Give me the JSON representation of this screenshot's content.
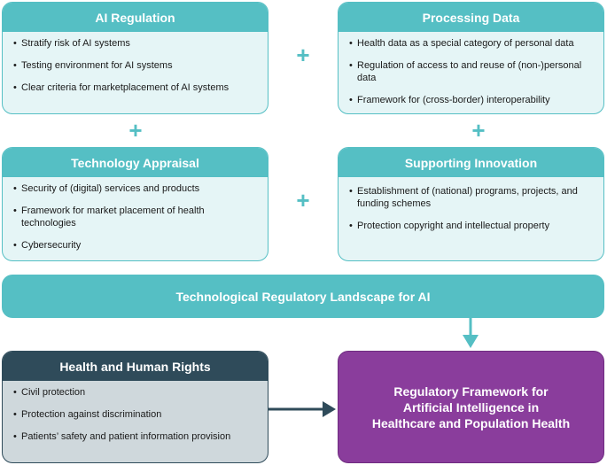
{
  "ai_regulation": {
    "title": "AI Regulation",
    "items": [
      "Stratify risk of AI systems",
      "Testing environment for AI systems",
      "Clear criteria for marketplacement of AI systems"
    ]
  },
  "processing_data": {
    "title": "Processing Data",
    "items": [
      "Health data as a special category of personal data",
      "Regulation of access to and reuse of (non-)personal data",
      "Framework for (cross-border) interoperability"
    ]
  },
  "technology_appraisal": {
    "title": "Technology Appraisal",
    "items": [
      "Security of (digital) services and products",
      "Framework for market placement of health technologies",
      "Cybersecurity"
    ]
  },
  "supporting_innovation": {
    "title": "Supporting Innovation",
    "items": [
      "Establishment of (national) programs, projects, and funding schemes",
      "Protection copyright and intellectual property"
    ]
  },
  "plus_symbol": "+",
  "landscape": {
    "label": "Technological Regulatory Landscape for AI"
  },
  "health_rights": {
    "title": "Health and Human Rights",
    "items": [
      "Civil protection",
      "Protection against discrimination",
      "Patients’ safety and patient information provision"
    ]
  },
  "framework": {
    "label": "Regulatory Framework for\nArtificial Intelligence in\nHealthcare and Population Health"
  },
  "colors": {
    "teal": "#55bfc4",
    "teal_light": "#e5f5f6",
    "navy": "#2f4b5a",
    "grey_light": "#cfd8dc",
    "purple": "#8a3d9c"
  }
}
